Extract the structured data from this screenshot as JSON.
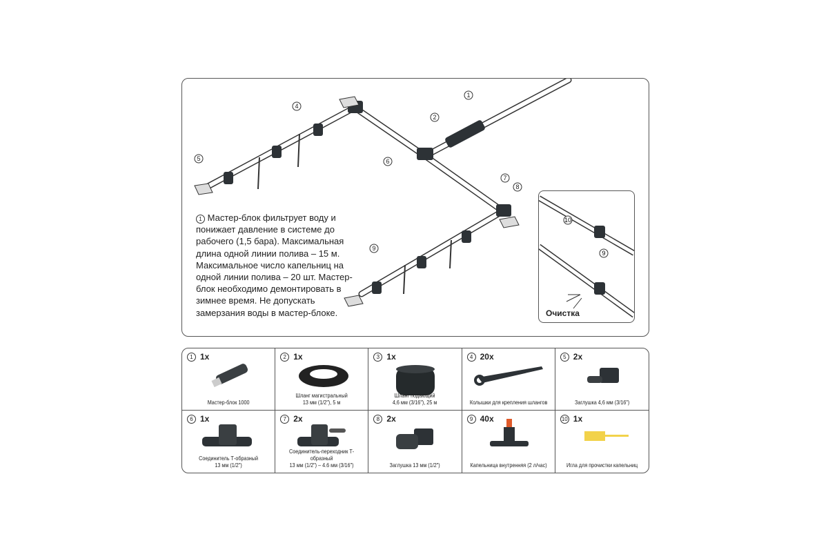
{
  "description": {
    "number": "1",
    "text": "Мастер-блок фильтрует воду и понижает давление в системе до рабочего (1,5 бара). Максимальная длина одной линии полива – 15 м. Максимальное число капельниц на одной линии полива – 20 шт. Мастер-блок необходимо демонтировать в зимнее время. Не допускать замерзания воды в мастер-блоке."
  },
  "callouts": [
    "1",
    "2",
    "4",
    "5",
    "6",
    "7",
    "8",
    "9"
  ],
  "inset": {
    "label": "Очистка",
    "callouts": [
      "10",
      "9"
    ]
  },
  "parts": [
    {
      "num": "1",
      "qty": "1x",
      "name": "Мастер-блок 1000"
    },
    {
      "num": "2",
      "qty": "1x",
      "name": "Шланг магистральный\n13 мм (1/2\"), 5 м"
    },
    {
      "num": "3",
      "qty": "1x",
      "name": "Шланг подающий\n4,6 мм (3/16\"), 25 м"
    },
    {
      "num": "4",
      "qty": "20x",
      "name": "Колышки для крепления шлангов"
    },
    {
      "num": "5",
      "qty": "2x",
      "name": "Заглушка 4,6 мм (3/16\")"
    },
    {
      "num": "6",
      "qty": "1x",
      "name": "Соединитель Т-образный\n13 мм (1/2\")"
    },
    {
      "num": "7",
      "qty": "2x",
      "name": "Соединитель-переходник Т-образный\n13 мм (1/2\") – 4.6 мм (3/16\")"
    },
    {
      "num": "8",
      "qty": "2x",
      "name": "Заглушка 13 мм (1/2\")"
    },
    {
      "num": "9",
      "qty": "40x",
      "name": "Капельница внутренняя (2 л/час)"
    },
    {
      "num": "10",
      "qty": "1x",
      "name": "Игла для прочистки капельниц"
    }
  ],
  "colors": {
    "border": "#555555",
    "dripper_tip": "#e05a2a",
    "needle": "#f2d24a",
    "part": "#2d3236"
  }
}
